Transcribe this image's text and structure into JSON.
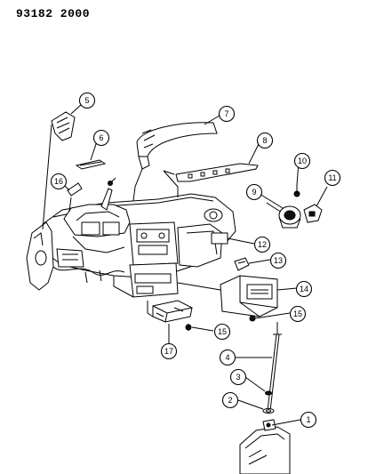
{
  "title": "93182  2000",
  "callouts": [
    {
      "id": "callout-1",
      "number": "1"
    },
    {
      "id": "callout-2",
      "number": "2"
    },
    {
      "id": "callout-3",
      "number": "3"
    },
    {
      "id": "callout-4",
      "number": "4"
    },
    {
      "id": "callout-5",
      "number": "5"
    },
    {
      "id": "callout-6",
      "number": "6"
    },
    {
      "id": "callout-7",
      "number": "7"
    },
    {
      "id": "callout-8",
      "number": "8"
    },
    {
      "id": "callout-9",
      "number": "9"
    },
    {
      "id": "callout-10",
      "number": "10"
    },
    {
      "id": "callout-11",
      "number": "11"
    },
    {
      "id": "callout-12",
      "number": "12"
    },
    {
      "id": "callout-13",
      "number": "13"
    },
    {
      "id": "callout-14",
      "number": "14"
    },
    {
      "id": "callout-15a",
      "number": "15"
    },
    {
      "id": "callout-15b",
      "number": "15"
    },
    {
      "id": "callout-16",
      "number": "16"
    },
    {
      "id": "callout-17",
      "number": "17"
    }
  ]
}
